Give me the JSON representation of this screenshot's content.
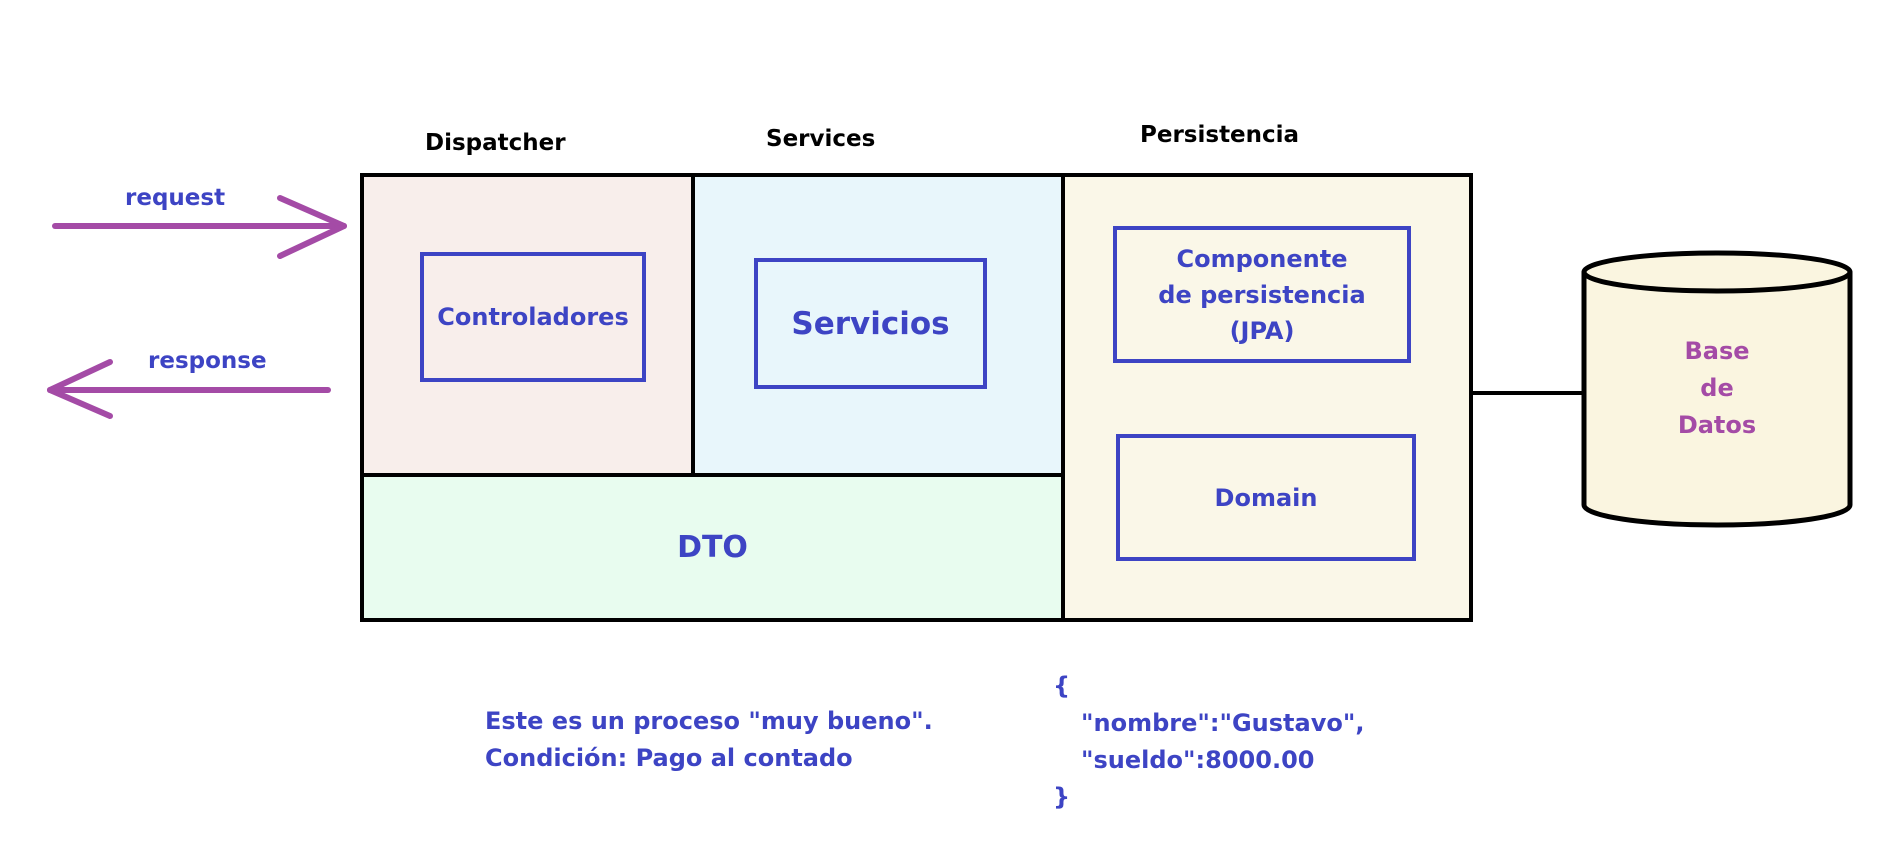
{
  "layers": {
    "dispatcher": "Dispatcher",
    "services": "Services",
    "persistencia": "Persistencia"
  },
  "arrows": {
    "request": "request",
    "response": "response"
  },
  "components": {
    "controladores": "Controladores",
    "servicios": "Servicios",
    "persistence_line1": "Componente",
    "persistence_line2": "de persistencia",
    "persistence_line3": "(JPA)",
    "domain": "Domain",
    "dto": "DTO"
  },
  "database": {
    "line1": "Base",
    "line2": "de",
    "line3": "Datos"
  },
  "note": {
    "line1": "Este es un proceso \"muy bueno\".",
    "line2": "Condición: Pago al contado"
  },
  "json_sample": {
    "open": "{",
    "line1": "\"nombre\":\"Gustavo\",",
    "line2": "\"sueldo\":8000.00",
    "close": "}"
  },
  "colors": {
    "component_border": "#3d44c4",
    "arrow": "#a44ba6",
    "dispatcher_bg": "#f8eeeb",
    "services_bg": "#e8f6fb",
    "dto_bg": "#e8fcef",
    "persistencia_bg": "#faf7e8",
    "database_bg": "#faf5e0"
  }
}
